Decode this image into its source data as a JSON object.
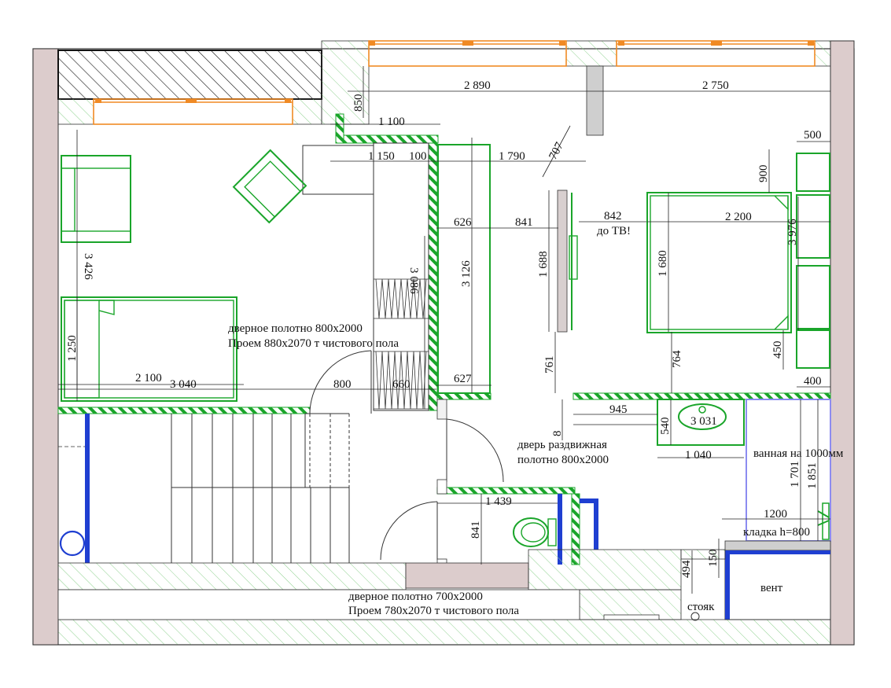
{
  "plan": {
    "labels": {
      "door_living_line1": "дверное полотно 800х2000",
      "door_living_line2": "Проем 880х2070 т чистового пола",
      "sliding_line1": "дверь раздвижная",
      "sliding_line2": "полотно 800х2000",
      "door_bottom_line1": "дверное полотно 700х2000",
      "door_bottom_line2": "Проем 780х2070 т чистового пола",
      "tv": "до ТВ!",
      "bath": "ванная на 1000мм",
      "masonry": "кладка h=800",
      "vent": "вент",
      "riser": "стояк"
    },
    "dimensions": {
      "d2890": "2 890",
      "d2750": "2 750",
      "d850": "850",
      "d1100": "1 100",
      "d1150": "1 150",
      "d100": "100",
      "d1790": "1 790",
      "d707": "707",
      "d500": "500",
      "d900": "900",
      "d626": "626",
      "d841a": "841",
      "d842": "842",
      "d2200": "2 200",
      "d3976": "3 976",
      "d3426": "3 426",
      "d3086": "3 086",
      "d3126": "3 126",
      "d1688": "1 688",
      "d1680": "1 680",
      "d1250": "1 250",
      "d450": "450",
      "d761": "761",
      "d764": "764",
      "d2100": "2 100",
      "d3040": "3 040",
      "d800": "800",
      "d660": "660",
      "d627": "627",
      "d400": "400",
      "d945": "945",
      "d540": "540",
      "d3031": "3 031",
      "d8": "8",
      "d1040": "1 040",
      "d1701": "1 701",
      "d1851": "1 851",
      "d1439": "1 439",
      "d841b": "841",
      "d1200": "1200",
      "d494": "494",
      "d150": "150"
    },
    "colors": {
      "furniture": "#1aa52a",
      "windows": "#f08a24",
      "plumbing": "#1f3fd1",
      "bath_zone": "#8c8cf0",
      "outer_wall": "#dccccc"
    }
  }
}
